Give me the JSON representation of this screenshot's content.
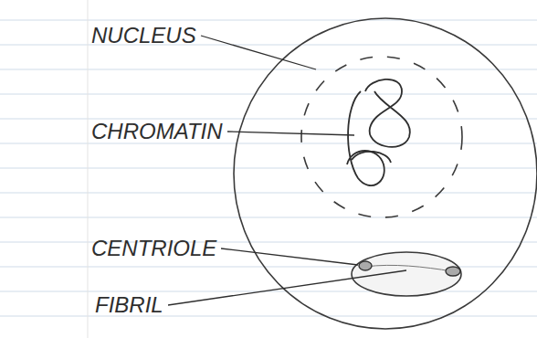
{
  "diagram": {
    "labels": [
      "NUCLEUS",
      "CHROMATIN",
      "CENTRIOLE",
      "FIBRIL"
    ]
  }
}
